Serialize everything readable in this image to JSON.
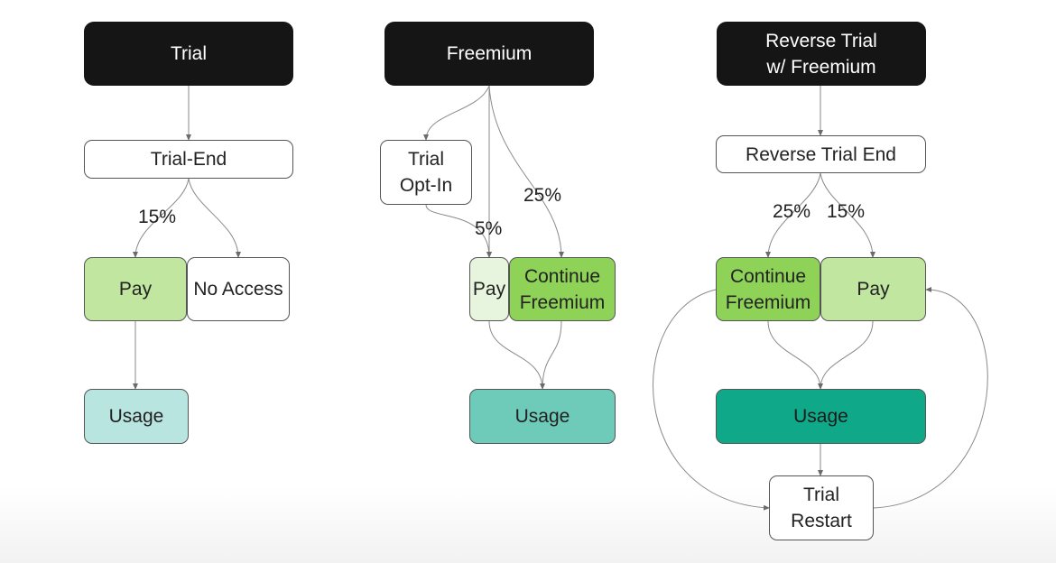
{
  "colors": {
    "header_bg": "#151515",
    "header_text": "#ffffff",
    "pay_trial": "#c0e69f",
    "usage_trial": "#b8e5df",
    "pay_freemium": "#e8f5de",
    "continue_freemium": "#8ed357",
    "usage_freemium": "#6ecab9",
    "usage_reverse": "#0fa98a",
    "connector": "#8a8a8a"
  },
  "diagram": {
    "trial": {
      "header": "Trial",
      "trial_end": "Trial-End",
      "pay_percent": "15%",
      "pay": "Pay",
      "no_access": "No Access",
      "usage": "Usage"
    },
    "freemium": {
      "header": "Freemium",
      "trial_opt_in": "Trial\nOpt-In",
      "pay_percent": "5%",
      "continue_percent": "25%",
      "pay": "Pay",
      "continue_freemium": "Continue\nFreemium",
      "usage": "Usage"
    },
    "reverse": {
      "header": "Reverse Trial\nw/ Freemium",
      "reverse_trial_end": "Reverse Trial End",
      "continue_percent": "25%",
      "pay_percent": "15%",
      "continue_freemium": "Continue\nFreemium",
      "pay": "Pay",
      "usage": "Usage",
      "trial_restart": "Trial\nRestart"
    }
  }
}
